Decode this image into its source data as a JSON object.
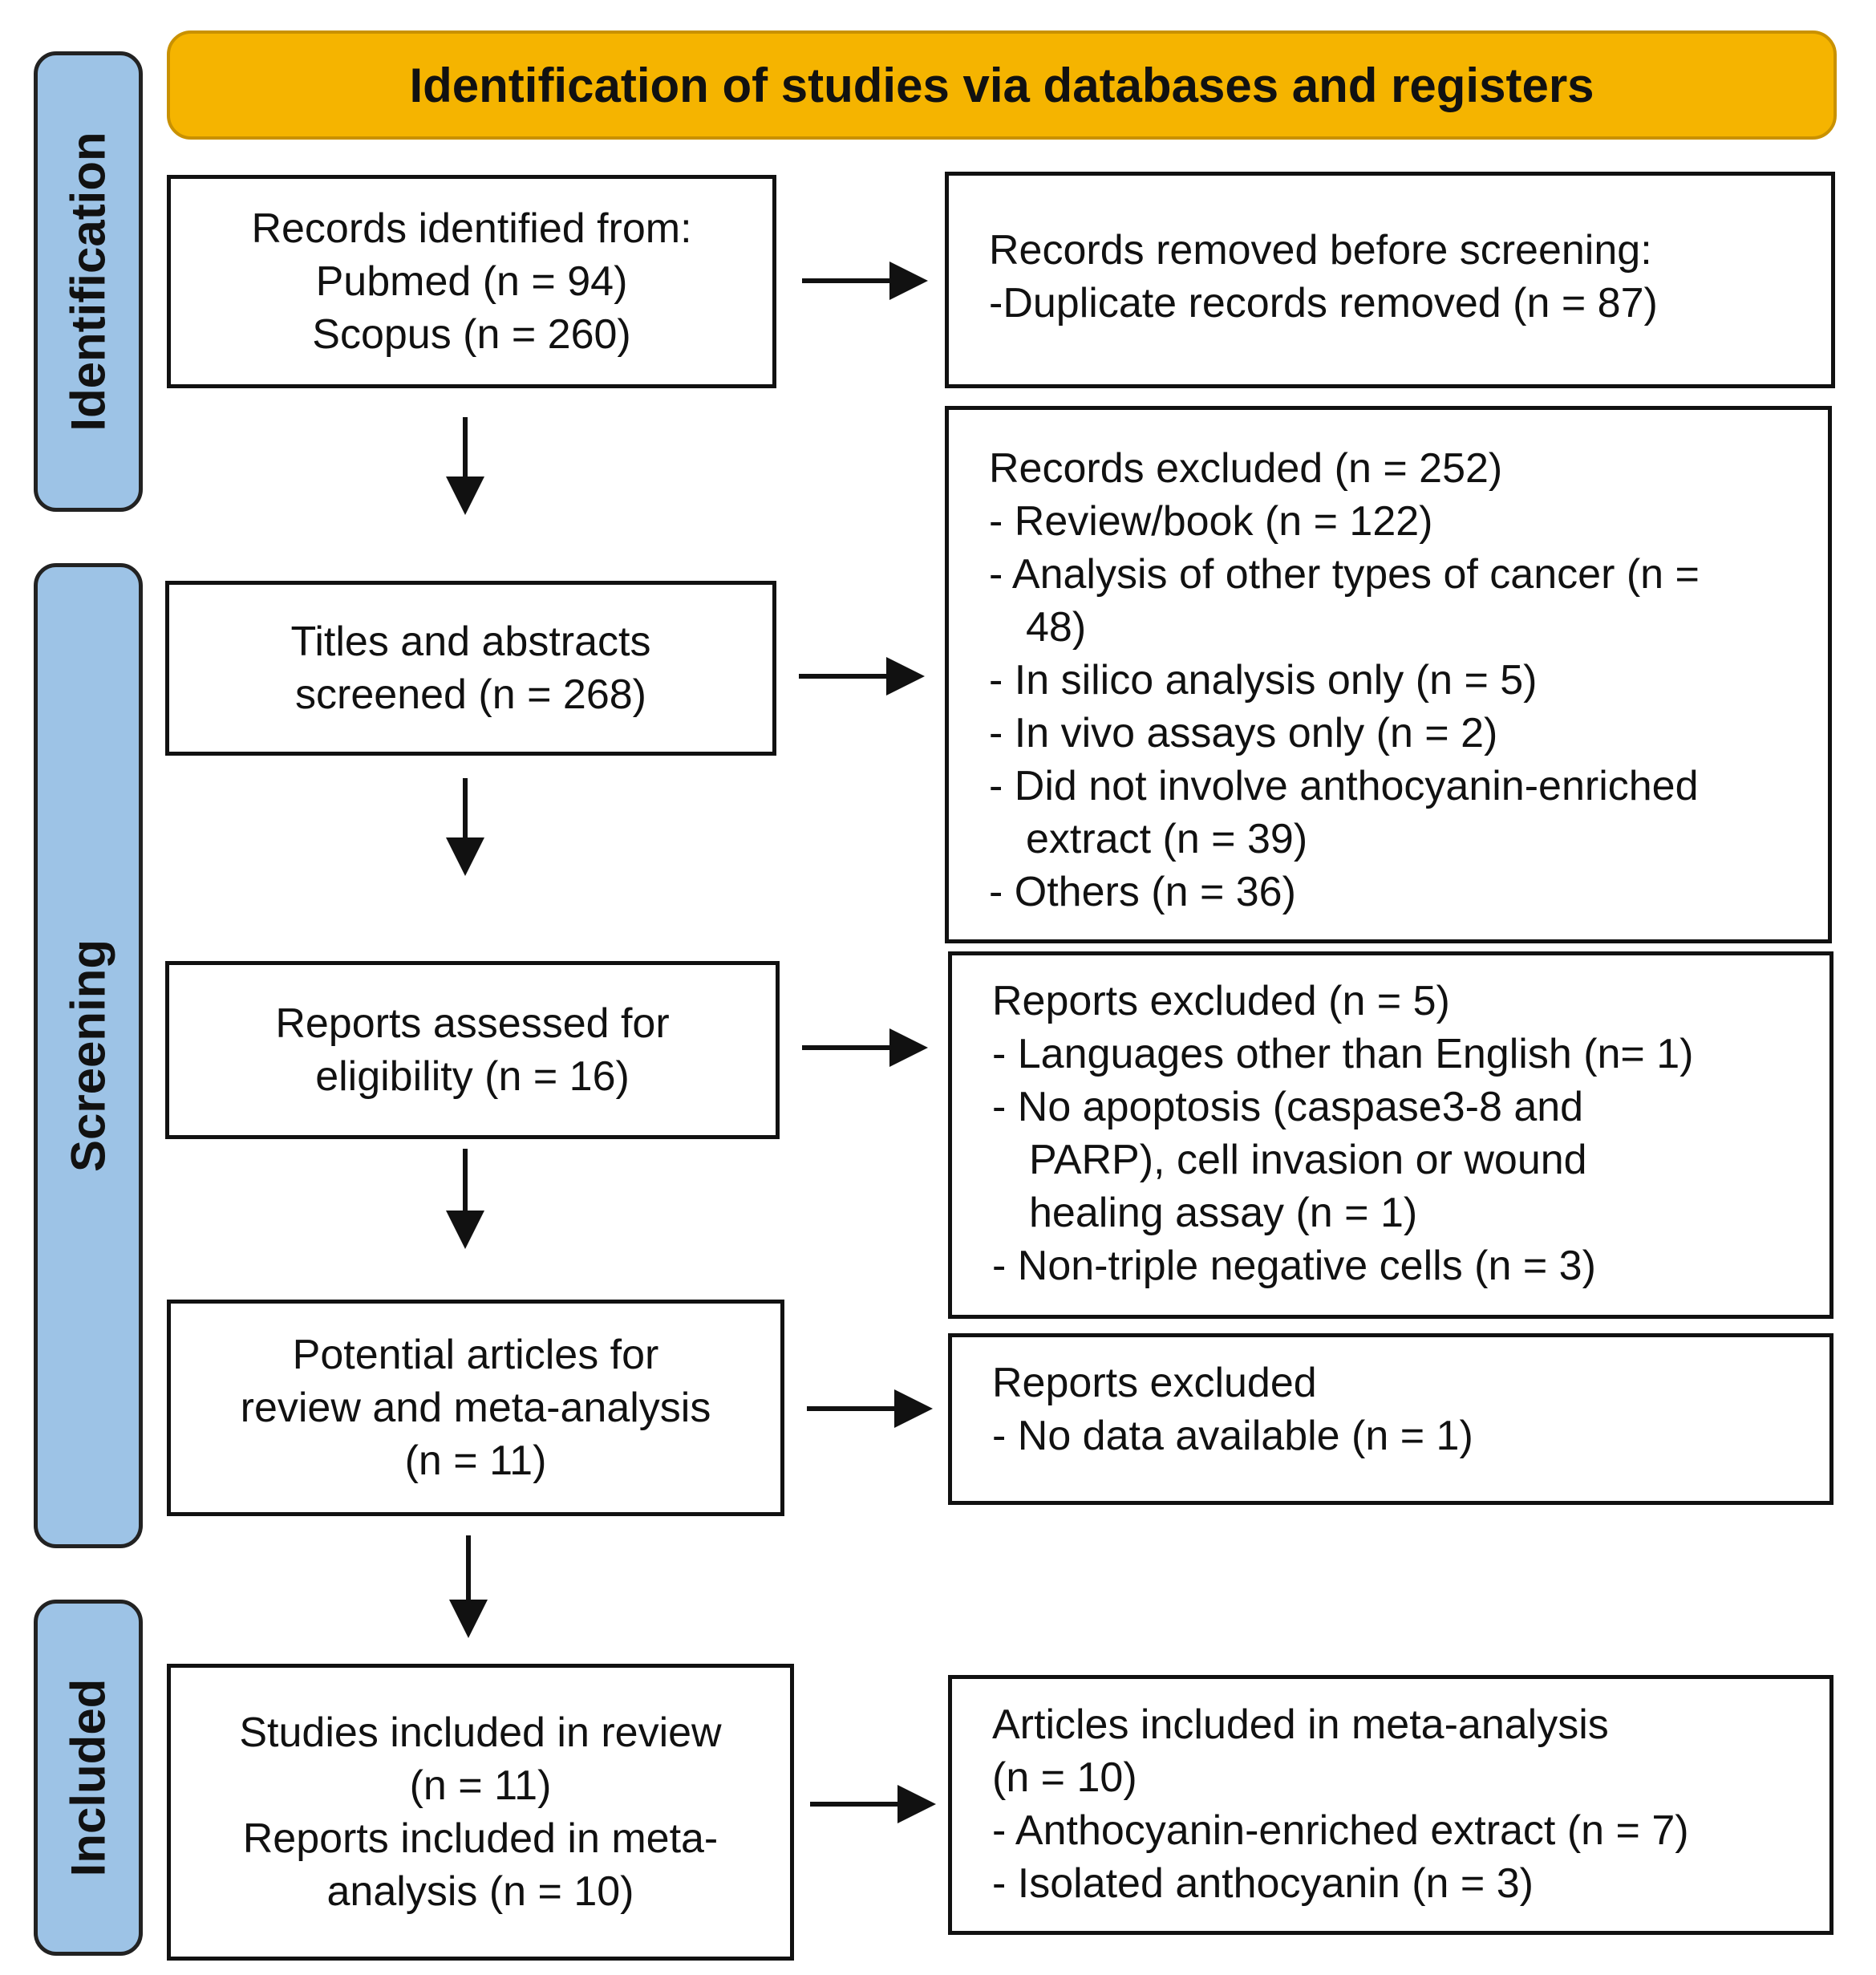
{
  "header": {
    "title": "Identification of studies via databases and registers",
    "color": "#F5B400"
  },
  "phases": {
    "identification": "Identification",
    "screening": "Screening",
    "included": "Included",
    "color": "#9DC3E6"
  },
  "left_boxes": {
    "records_identified": {
      "lines": [
        "Records identified from:",
        "Pubmed (n = 94)",
        "Scopus (n = 260)"
      ]
    },
    "titles_screened": {
      "lines": [
        "Titles and abstracts",
        "screened (n = 268)"
      ]
    },
    "reports_assessed": {
      "lines": [
        "Reports assessed for",
        "eligibility (n = 16)"
      ]
    },
    "potential_articles": {
      "lines": [
        "Potential articles for",
        "review and meta-analysis",
        "(n = 11)"
      ]
    },
    "studies_included": {
      "lines": [
        "Studies included in review",
        "(n = 11)",
        "Reports included in meta-",
        "analysis (n = 10)"
      ]
    }
  },
  "right_boxes": {
    "records_removed": {
      "lines": [
        "Records removed before screening:",
        "-Duplicate records removed (n = 87)"
      ]
    },
    "records_excluded": {
      "lines": [
        "Records excluded (n = 252)",
        "- Review/book (n = 122)",
        "- Analysis of other types of cancer (n =",
        "48)",
        "- In silico analysis only (n = 5)",
        "- In vivo assays only (n = 2)",
        "- Did not involve anthocyanin-enriched",
        "extract (n = 39)",
        "- Others (n = 36)"
      ]
    },
    "reports_excluded_1": {
      "lines": [
        "Reports excluded (n = 5)",
        "- Languages other than English (n= 1)",
        "- No apoptosis (caspase3-8 and",
        "PARP), cell invasion or wound",
        "healing assay (n = 1)",
        "- Non-triple negative cells (n = 3)"
      ]
    },
    "reports_excluded_2": {
      "lines": [
        "Reports excluded",
        "- No data available (n = 1)"
      ]
    },
    "articles_meta": {
      "lines": [
        "Articles included in meta-analysis",
        "(n = 10)",
        "- Anthocyanin-enriched extract (n = 7)",
        "- Isolated anthocyanin (n = 3)"
      ]
    }
  }
}
